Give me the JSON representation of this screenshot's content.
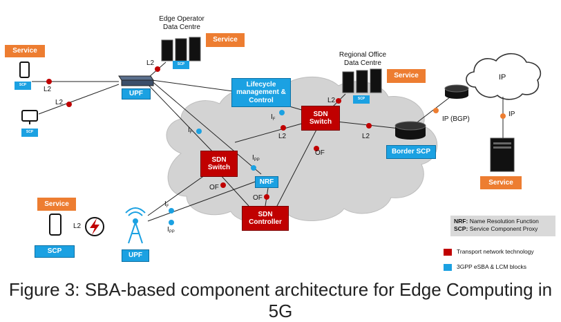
{
  "labels": {
    "service": "Service",
    "scp": "SCP",
    "upf": "UPF",
    "sdn_switch": "SDN Switch",
    "sdn_controller": "SDN Controller",
    "nrf": "NRF",
    "border_scp": "Border SCP",
    "lcm": "Lifecycle management & Control",
    "ip_cloud": "IP",
    "edge_dc": "Edge Operator Data Centre",
    "regional_dc": "Regional Office Data Centre"
  },
  "link_labels": {
    "l2": "L2",
    "of": "OF",
    "i_main": "I",
    "i_f_sub": "F",
    "i_pp_sub": "PP",
    "ip_bgp": "IP (BGP)",
    "ip": "IP"
  },
  "legend": {
    "nrf_abbr": "NRF:",
    "nrf_text": "Name Resolution Function",
    "scp_abbr": "SCP:",
    "scp_text": "Service Component Proxy",
    "transport": "Transport network technology",
    "sba": "3GPP eSBA & LCM blocks",
    "transport_color": "#c00000",
    "sba_color": "#1ba1e2"
  },
  "colors": {
    "service": "#ed7d31",
    "sba": "#1ba1e2",
    "transport": "#c00000",
    "cloud": "#d0d0d0"
  },
  "caption": "Figure 3: SBA-based component architecture for Edge Computing in 5G"
}
